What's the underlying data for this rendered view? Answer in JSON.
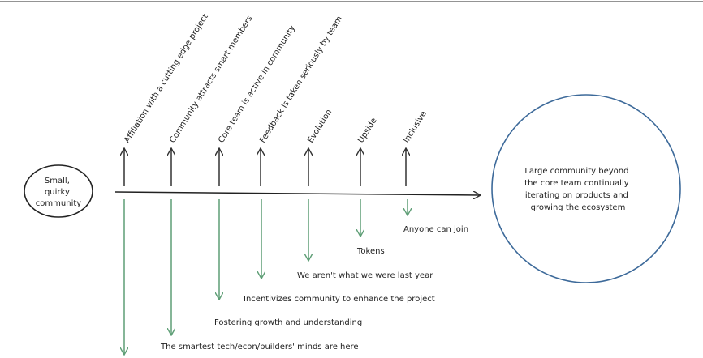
{
  "start_node": {
    "lines": [
      "Small,",
      "quirky",
      "community"
    ]
  },
  "end_node": {
    "lines": [
      "Large community beyond",
      "the core  team continually",
      "iterating on products and",
      "growing the ecosystem"
    ]
  },
  "up_labels": [
    "Affiliation with a cutting edge project",
    "Community attracts smart members",
    "Core team is active in community",
    "Feedback is taken seriously by team",
    "Evolution",
    "Upside",
    "Inclusive"
  ],
  "down_labels": [
    "The smartest tech/econ/builders' minds are here",
    "Fostering growth and understanding",
    "Incentivizes community to enhance the project",
    "We aren't what we were last year",
    "Tokens",
    "Anyone can join"
  ],
  "colors": {
    "ink": "#222222",
    "up_arrow": "#333333",
    "down_arrow": "#5e9e76",
    "end_circle": "#3d6a9a"
  }
}
